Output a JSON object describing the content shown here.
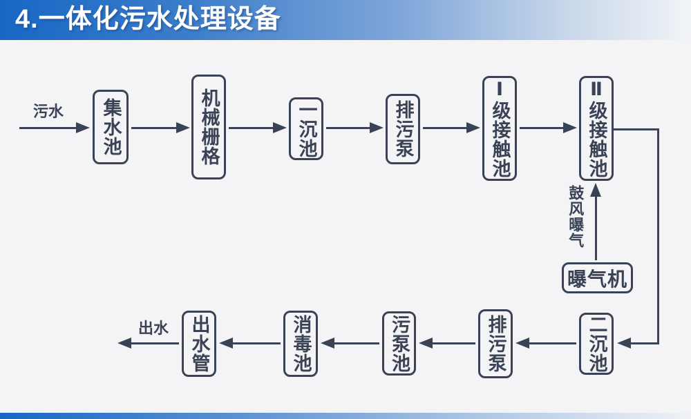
{
  "slide": {
    "title": "4.一体化污水处理设备",
    "theme": {
      "banner_blue": "#1767c4",
      "diagram_ink": "#3a4256",
      "background": "#f4f4f6"
    }
  },
  "flow": {
    "input_label": "污水",
    "output_label": "出水",
    "top_row": [
      "集水池",
      "机械栅格",
      "一沉池",
      "排污泵",
      "Ⅰ级接触池",
      "Ⅱ级接触池"
    ],
    "bottom_row": [
      "二沉池",
      "排污泵",
      "污泵池",
      "消毒池",
      "出水管"
    ],
    "aeration": {
      "machine_label": "曝气机",
      "arrow_label": "鼓风曝气"
    }
  }
}
